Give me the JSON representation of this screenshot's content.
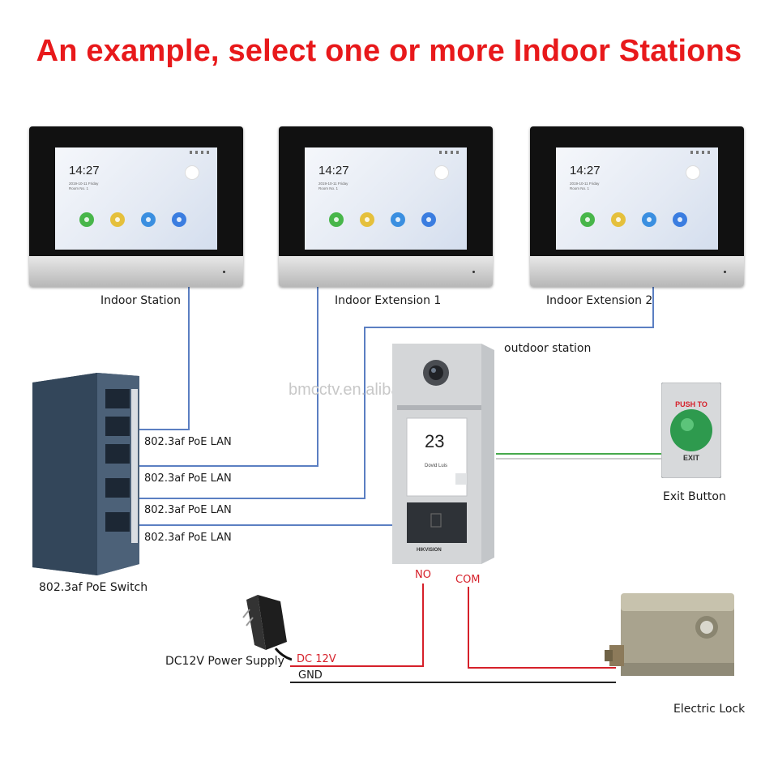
{
  "title": "An example, select one or more Indoor Stations",
  "monitors": [
    {
      "label": "Indoor Station",
      "time": "14:27",
      "date": "2019-10-11 Friday",
      "room": "Room No. 1"
    },
    {
      "label": "Indoor Extension 1",
      "time": "14:27",
      "date": "2019-10-11 Friday",
      "room": "Room No. 1"
    },
    {
      "label": "Indoor Extension 2",
      "time": "14:27",
      "date": "2019-10-11 Friday",
      "room": "Room No. 1"
    }
  ],
  "outdoor": {
    "label": "outdoor station",
    "display_number": "23",
    "display_name": "Dovid Luis",
    "brand": "HIKVISION"
  },
  "exit_button": {
    "label": "Exit Button",
    "top_text": "PUSH TO",
    "bottom_text": "EXIT"
  },
  "switch": {
    "label": "802.3af PoE Switch"
  },
  "lan_labels": [
    "802.3af PoE LAN",
    "802.3af PoE LAN",
    "802.3af PoE LAN",
    "802.3af PoE LAN"
  ],
  "terminals": {
    "no": "NO",
    "com": "COM"
  },
  "power": {
    "label": "DC12V Power Supply",
    "dc": "DC 12V",
    "gnd": "GND"
  },
  "lock": {
    "label": "Electric Lock"
  },
  "watermark": "bmcctv.en.alibaba.com",
  "colors": {
    "title": "#e8191b",
    "lan_wire": "#5b7fc2",
    "exit_wire": "#46a94c",
    "power_wire": "#d6202a",
    "gnd_wire": "#222222"
  }
}
